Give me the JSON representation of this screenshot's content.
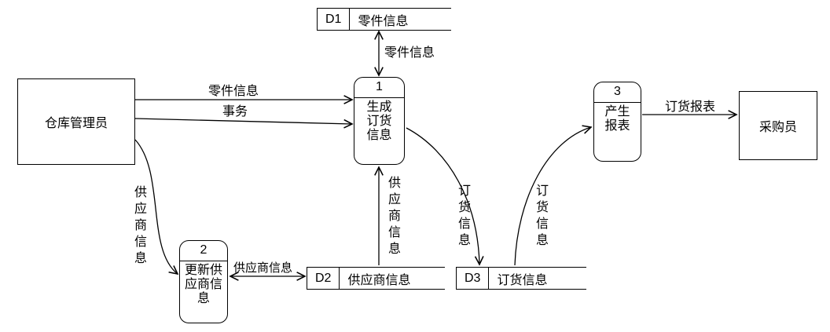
{
  "diagram": {
    "external_entities": [
      {
        "label": "仓库管理员"
      },
      {
        "label": "采购员"
      }
    ],
    "processes": [
      {
        "number": "1",
        "label": "生成\n订货\n信息"
      },
      {
        "number": "2",
        "label": "更新供\n应商信\n息"
      },
      {
        "number": "3",
        "label": "产生\n报表"
      }
    ],
    "data_stores": [
      {
        "id": "D1",
        "label": "零件信息"
      },
      {
        "id": "D2",
        "label": "供应商信息"
      },
      {
        "id": "D3",
        "label": "订货信息"
      }
    ],
    "flows": [
      {
        "label": "零件信息",
        "from": "D1",
        "to": "1",
        "bidirectional": true
      },
      {
        "label": "零件信息",
        "from": "仓库管理员",
        "to": "1",
        "bidirectional": false
      },
      {
        "label": "事务",
        "from": "仓库管理员",
        "to": "1",
        "bidirectional": false
      },
      {
        "label": "供应商信息",
        "from": "仓库管理员",
        "to": "2",
        "bidirectional": false
      },
      {
        "label": "供应商信息",
        "from": "2",
        "to": "D2",
        "bidirectional": true
      },
      {
        "label": "供应商信息",
        "from": "D2",
        "to": "1",
        "bidirectional": false
      },
      {
        "label": "订货信息",
        "from": "1",
        "to": "D3",
        "bidirectional": false
      },
      {
        "label": "订货信息",
        "from": "D3",
        "to": "3",
        "bidirectional": false
      },
      {
        "label": "订货报表",
        "from": "3",
        "to": "采购员",
        "bidirectional": false
      }
    ]
  }
}
